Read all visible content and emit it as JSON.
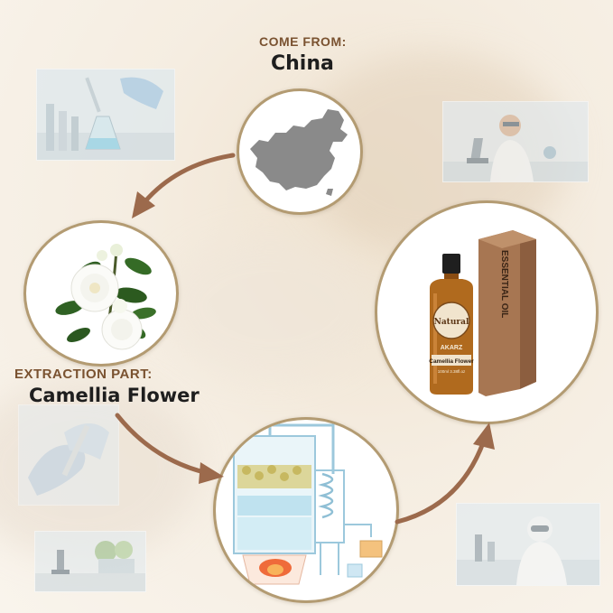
{
  "origin": {
    "label": "COME FROM:",
    "value": "China"
  },
  "extraction": {
    "label": "EXTRACTION PART:",
    "value": "Camellia Flower"
  },
  "product": {
    "box_text": "ESSENTIAL OIL",
    "badge_brand": "Natural",
    "brand": "AKARZ",
    "bottle_label": "Camellia Flower",
    "bottle_volume": "100ml 3.38fl.oz"
  },
  "colors": {
    "circle_border": "#b39b72",
    "arrow": "#9c6a4c",
    "heading_accent": "#7a5230",
    "oil": "#9a5a15"
  },
  "icons": [
    "china-map-icon",
    "camellia-flower-icon",
    "distillation-icon",
    "oil-bottle-icon"
  ]
}
